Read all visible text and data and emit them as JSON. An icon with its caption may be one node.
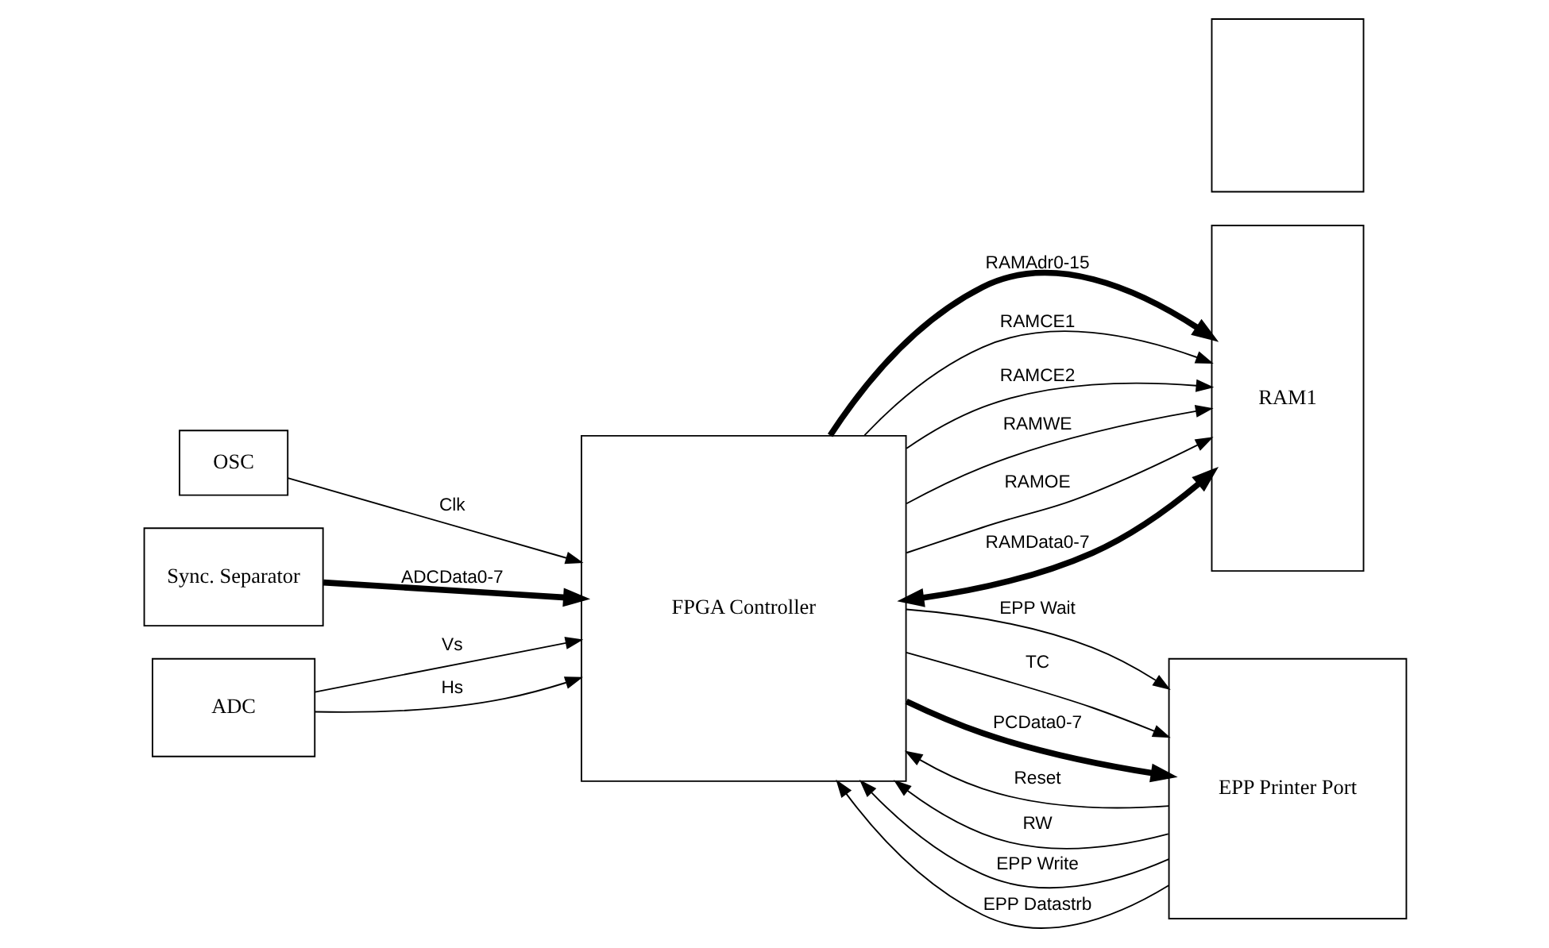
{
  "diagram": {
    "nodes": [
      {
        "text": [
          "OSC"
        ]
      },
      {
        "text": [
          "Sync. Separator"
        ]
      },
      {
        "text": [
          "FPGA Controller"
        ]
      },
      {
        "text": [
          "ADC"
        ]
      },
      {
        "text": [
          "RAM1"
        ]
      },
      {
        "text": [],
        "shape": "box"
      },
      {
        "text": [
          "EPP Printer Port"
        ]
      }
    ],
    "edges": [
      {
        "from": 0,
        "to": 2,
        "arrow": "to",
        "label": "Clk"
      },
      {
        "from": 1,
        "to": 2,
        "arrow": "to",
        "label": "ADCData0-7",
        "style": "thick"
      },
      {
        "from": 3,
        "to": 2,
        "arrow": "to",
        "label": "Vs"
      },
      {
        "from": 3,
        "to": 2,
        "arrow": "to",
        "label": "Hs"
      },
      {
        "from": 2,
        "to": 4,
        "arrow": "to",
        "label": "RAMAdr0-15",
        "style": "thick"
      },
      {
        "from": 2,
        "to": 4,
        "arrow": "to",
        "label": "RAMCE1"
      },
      {
        "from": 2,
        "to": 4,
        "arrow": "to",
        "label": "RAMCE2"
      },
      {
        "from": 2,
        "to": 4,
        "arrow": "to",
        "label": "RAMWE"
      },
      {
        "from": 2,
        "to": 4,
        "arrow": "to",
        "label": "RAMOE"
      },
      {
        "from": 2,
        "to": 4,
        "arrow": "both",
        "label": "RAMData0-7",
        "style": "thick"
      },
      {
        "from": 6,
        "to": 2,
        "arrow": "to",
        "label": "Reset"
      },
      {
        "from": 6,
        "to": 2,
        "arrow": "to",
        "label": "RW"
      },
      {
        "from": 6,
        "to": 2,
        "arrow": "to",
        "label": "EPP Write"
      },
      {
        "from": 6,
        "to": 2,
        "arrow": "to",
        "label": "EPP Datastrb"
      },
      {
        "from": 2,
        "to": 6,
        "arrow": "to",
        "label": "EPP Wait"
      },
      {
        "from": 2,
        "to": 6,
        "arrow": "to",
        "label": "TC"
      },
      {
        "from": 2,
        "to": 6,
        "arrow": "to",
        "label": "PCData0-7",
        "style": "thick"
      }
    ]
  }
}
